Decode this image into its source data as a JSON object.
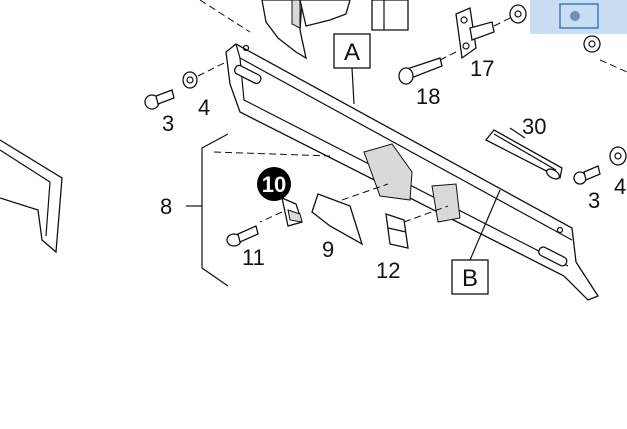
{
  "diagram": {
    "callouts": {
      "box_a": "A",
      "box_b": "B",
      "p3a": "3",
      "p4a": "4",
      "p8": "8",
      "p10": "10",
      "p11": "11",
      "p9": "9",
      "p12": "12",
      "p17": "17",
      "p18": "18",
      "p30": "30",
      "p3b": "3",
      "p4b": "4"
    },
    "highlight_color": "#000000",
    "thumbnail_color": "#9ec3ea",
    "thumbnail_frame_color": "#3a78c9"
  }
}
